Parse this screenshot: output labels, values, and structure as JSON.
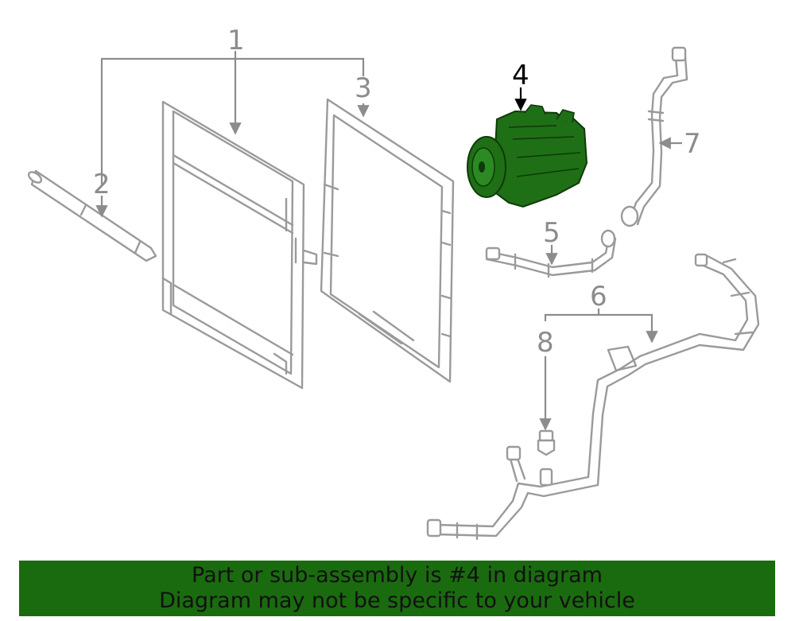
{
  "diagram": {
    "callouts": [
      "1",
      "2",
      "3",
      "4",
      "5",
      "6",
      "7",
      "8"
    ],
    "highlighted_callout": "4"
  },
  "banner": {
    "line1": "Part or sub-assembly is #4 in diagram",
    "line2": "Diagram may not be specific to your vehicle"
  },
  "colors": {
    "banner_bg": "#1a6b0f",
    "highlight_part": "#1f6f16",
    "part_line": "#9a9a9a",
    "callout_text": "#8c8c8c"
  }
}
